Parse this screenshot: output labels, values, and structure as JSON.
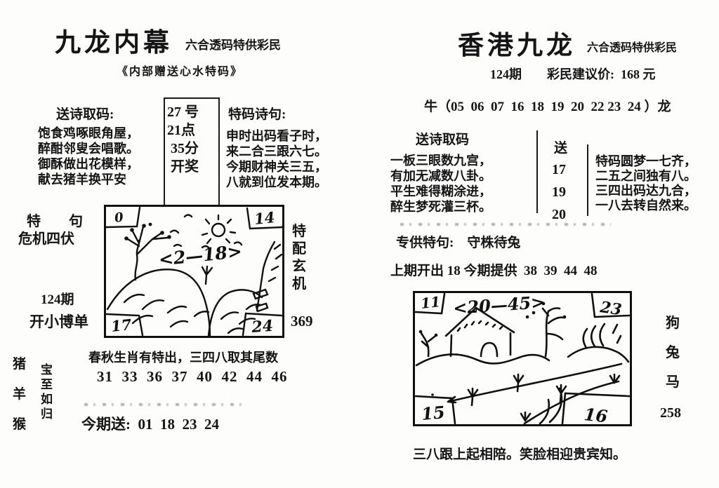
{
  "left_sheet": {
    "title": "九龙内幕",
    "tagline": "六合透码特供彩民",
    "banner": "《内部赠送心水特码》",
    "poem_title": "送诗取码:",
    "poem": [
      "饱食鸡啄眼角屋，",
      "醉酣邻叟会唱歌。",
      "御酥做出花模样，",
      "献去猪羊换平安"
    ],
    "draw_info": [
      "27 号",
      "21点",
      " 35分",
      " 开奖"
    ],
    "special_poem_title": "特码诗句:",
    "special_poem": [
      "申时出码看子时，",
      "来二合三跟六七。",
      "今期财神关三五，",
      "八就到位发本期。"
    ],
    "special_label": "特　　句",
    "special_phrase": "危机四伏",
    "issue": "124期",
    "bet_hint": "开小博单",
    "sketch": {
      "corner_tl": "0",
      "corner_tr": "14",
      "corner_bl": "17",
      "corner_br": "24",
      "range": "<2—18>",
      "side_caption": "特配玄机",
      "side_number": "369"
    },
    "zodiacs": "猪羊猴",
    "zodiac_motto": "宝至如归",
    "hint_line": "春秋生肖有特出，三四八取其尾数",
    "numbers_line": "31  33  36  37  40  42  44  46",
    "gift_line": "今期送:  01  18  23  24"
  },
  "right_sheet": {
    "title": "香港九龙",
    "tagline": "六合透码特供彩民",
    "issue_price": "124期　　彩民建议价:  168 元",
    "zodiac_numbers": "牛（05  06  07  16  18  19  20  22 23  24 ）龙",
    "poem_title": "送诗取码",
    "poem": [
      "一板三眼数九宫，",
      "有加无减数八卦。",
      "平生难得糊涂进，",
      "醉生梦死灌三杯。"
    ],
    "send_label": "送",
    "send_numbers": [
      "17",
      "19",
      "20"
    ],
    "special_poem": [
      "特码圆梦一七齐，",
      "二五之间独有八。",
      "三四出码达九合，",
      "一八去转自然来。"
    ],
    "special_phrase": "专供特句:　守株待兔",
    "provide_line": "上期开出 18 今期提供  38  39  44  48",
    "sketch": {
      "corner_tl": "11",
      "corner_tr": "23",
      "corner_bl": "15",
      "corner_br": "16",
      "range": "<20—45>"
    },
    "zodiacs": "狗兔马",
    "side_number": "258",
    "bottom_line": "三八跟上起相陪。笑脸相迎贵宾知。"
  }
}
